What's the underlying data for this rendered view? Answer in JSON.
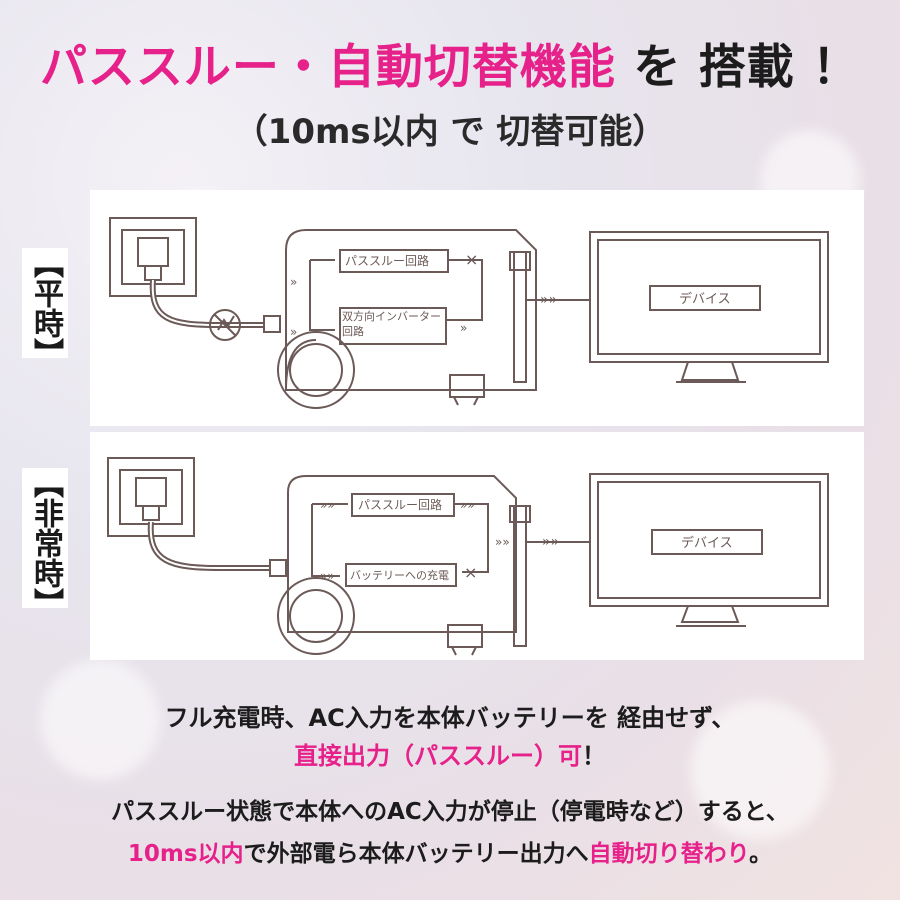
{
  "title": {
    "pink": "パススルー・自動切替機能",
    "dark": "を 搭載 ！",
    "sub": "（10ms以内 で 切替可能）"
  },
  "diagram_normal": {
    "side_label": "【平時】",
    "passthrough": "パススルー回路",
    "inverter": "双方向インバーター回路",
    "device": "デバイス"
  },
  "diagram_emergency": {
    "side_label": "【非常時】",
    "passthrough": "パススルー回路",
    "battery": "バッテリーへの充電",
    "device": "デバイス"
  },
  "body": {
    "line1": "フル充電時、AC入力を本体バッテリーを 経由せず、",
    "line2_pink": "直接出力（パススルー）可",
    "line2_end": "！",
    "line3": "パススルー状態で本体へのAC入力が停止（停電時など）すると、",
    "line4_pink1": "10ms以内",
    "line4_mid": "で外部電ら本体バッテリー出力へ",
    "line4_pink2": "自動切り替わり",
    "line4_end": "。"
  },
  "colors": {
    "accent": "#e6218a",
    "line": "#6b5a57"
  }
}
